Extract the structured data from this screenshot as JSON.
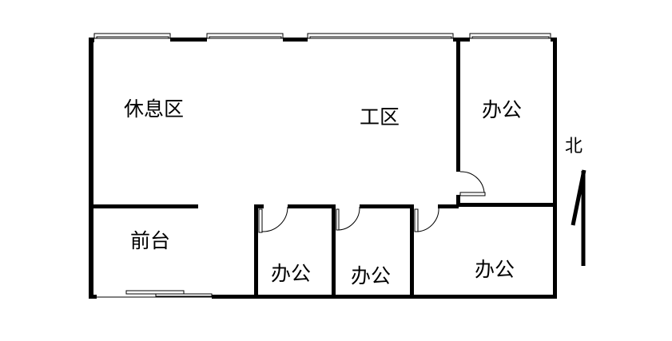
{
  "plan": {
    "rooms": [
      {
        "id": "lounge",
        "label": "休息区"
      },
      {
        "id": "work",
        "label": "工区"
      },
      {
        "id": "office-ne",
        "label": "办公"
      },
      {
        "id": "reception",
        "label": "前台"
      },
      {
        "id": "office-1",
        "label": "办公"
      },
      {
        "id": "office-2",
        "label": "办公"
      },
      {
        "id": "office-se",
        "label": "办公"
      }
    ],
    "north_label": "北",
    "colors": {
      "wall": "#000000",
      "background": "#ffffff"
    }
  }
}
